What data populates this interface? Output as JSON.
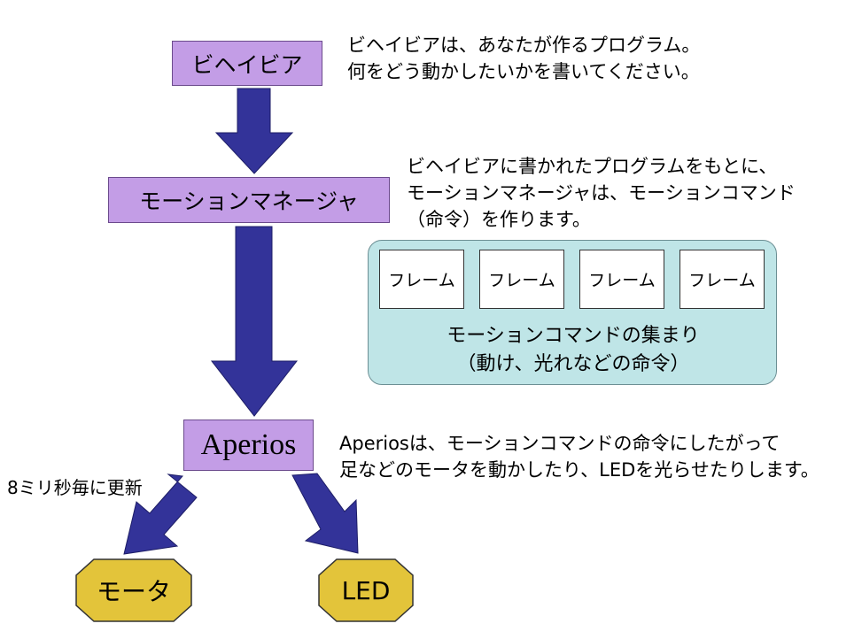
{
  "behavior": {
    "label": "ビヘイビア",
    "note_line1": "ビヘイビアは、あなたが作るプログラム。",
    "note_line2": "何をどう動かしたいかを書いてください。"
  },
  "motion_manager": {
    "label": "モーションマネージャ",
    "note_line1": "ビヘイビアに書かれたプログラムをもとに、",
    "note_line2": "モーションマネージャは、モーションコマンド",
    "note_line3": "（命令）を作ります。"
  },
  "motion_commands": {
    "frames": [
      "フレーム",
      "フレーム",
      "フレーム",
      "フレーム"
    ],
    "caption_line1": "モーションコマンドの集まり",
    "caption_line2": "（動け、光れなどの命令）"
  },
  "aperios": {
    "label": "Aperios",
    "note_line1": "Aperiosは、モーションコマンドの命令にしたがって",
    "note_line2": "足などのモータを動かしたり、LEDを光らせたりします。",
    "update_note": "8ミリ秒毎に更新"
  },
  "outputs": {
    "motor": "モータ",
    "led": "LED"
  },
  "colors": {
    "box_purple": "#c39de6",
    "arrow_navy": "#333399",
    "panel_teal": "#bfe5e7",
    "octagon_gold": "#e3c43a"
  }
}
